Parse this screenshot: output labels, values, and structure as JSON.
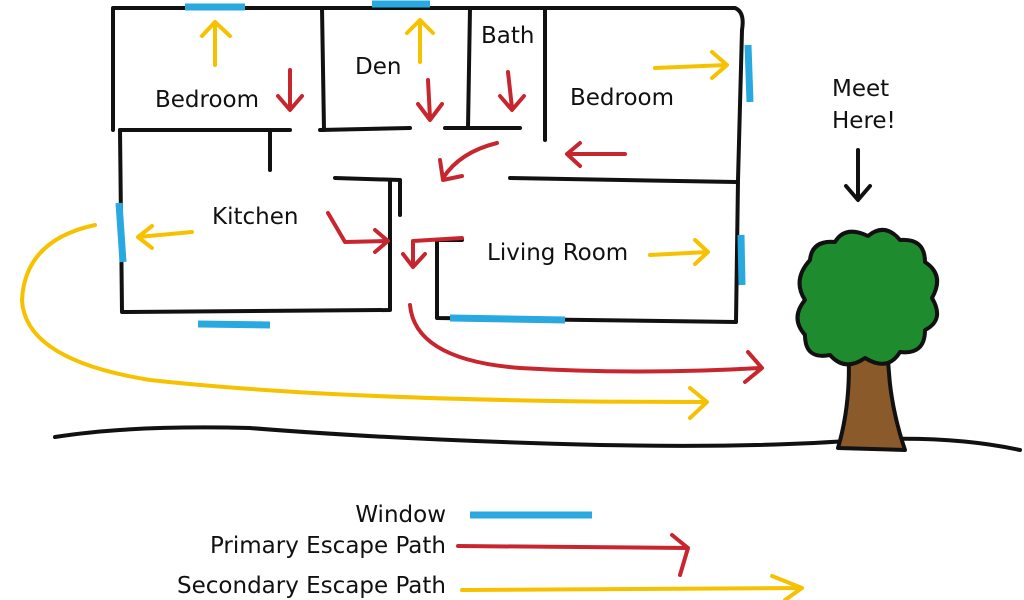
{
  "rooms": {
    "bedroom1": "Bedroom",
    "den": "Den",
    "bath": "Bath",
    "bedroom2": "Bedroom",
    "kitchen": "Kitchen",
    "living_room": "Living Room"
  },
  "meet_here": [
    "Meet",
    "Here!"
  ],
  "legend": {
    "window": "Window",
    "primary": "Primary Escape Path",
    "secondary": "Secondary Escape Path"
  },
  "colors": {
    "window": "#2aa9e0",
    "primary": "#c8262f",
    "secondary": "#f6c200",
    "tree_leaves": "#1e8c2e",
    "tree_trunk": "#8a5a2b"
  }
}
